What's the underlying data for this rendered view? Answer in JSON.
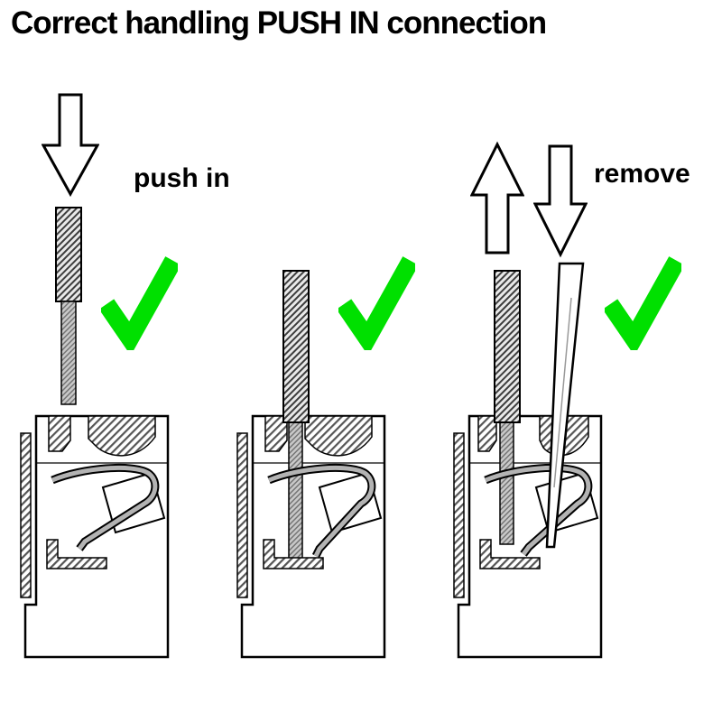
{
  "title": "Correct handling PUSH IN connection",
  "labels": {
    "push_in": "push in",
    "remove": "remove"
  },
  "colors": {
    "check_green": "#00E000",
    "outline_black": "#000000",
    "spring_gray": "#b3b3b3"
  },
  "panels": [
    {
      "id": "wire-above-terminal",
      "action_label": "push in",
      "arrows": [
        "down"
      ],
      "status": "correct"
    },
    {
      "id": "wire-inserted",
      "action_label": "",
      "arrows": [],
      "status": "correct"
    },
    {
      "id": "wire-removal-with-screwdriver",
      "action_label": "remove",
      "arrows": [
        "up",
        "down"
      ],
      "status": "correct"
    }
  ],
  "icons": {
    "down_arrow": "hollow-down-arrow",
    "up_arrow": "hollow-up-arrow",
    "checkmark": "green-checkmark",
    "screwdriver": "screwdriver-blade",
    "wire": "hatched-wire",
    "terminal": "push-in-terminal-cross-section"
  }
}
